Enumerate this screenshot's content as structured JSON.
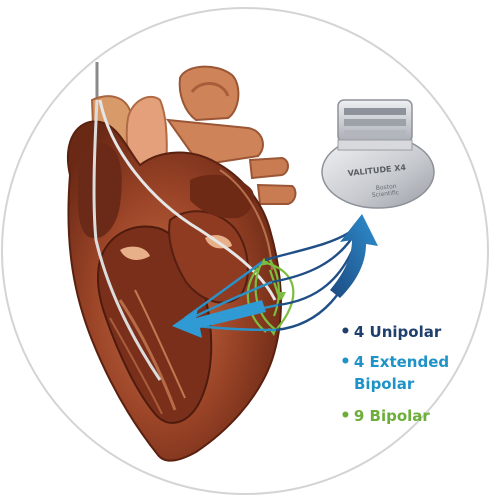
{
  "device": {
    "label": "VALITUDE X4",
    "brand_line1": "Boston",
    "brand_line2": "Scientific"
  },
  "legend": {
    "items": [
      {
        "text": "4 Unipolar",
        "color": "#1f3f6e"
      },
      {
        "text": "4 Extended",
        "text2": "Bipolar",
        "color": "#1f93c7"
      },
      {
        "text": "9 Bipolar",
        "color": "#6cae3a"
      }
    ]
  },
  "colors": {
    "circle_bg": "#ffffff",
    "circle_border": "#d0d0d0",
    "heart_main": "#8a3a22",
    "heart_light": "#b8633f",
    "heart_dark": "#5e2312",
    "vessel": "#d2835a",
    "arrow_dark": "#1f4f86",
    "arrow_light": "#2a92c9",
    "green": "#7bbd3f",
    "device_metal": "#c9ccd1"
  }
}
